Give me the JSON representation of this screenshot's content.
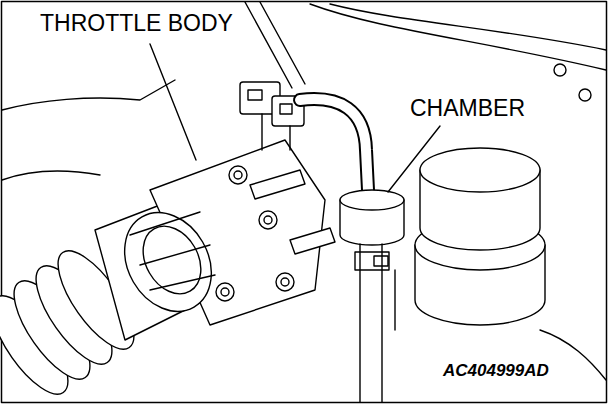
{
  "diagram": {
    "labels": [
      "THROTTLE BODY",
      "CHAMBER",
      "AC404999AD"
    ]
  }
}
